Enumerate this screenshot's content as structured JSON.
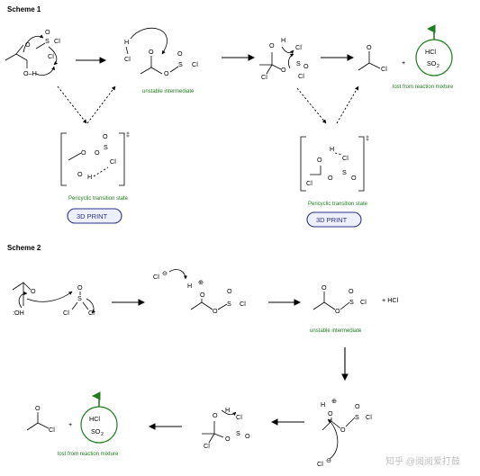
{
  "scheme1": {
    "title": "Scheme 1",
    "labels": {
      "unstable": "unstable intermediate",
      "lost": "lost from reaction mixture",
      "ts1": "Pericyclic transition state",
      "ts2": "Pericyclic transition state",
      "dagger": "‡",
      "plus": "+"
    },
    "buttons": {
      "print1": "3D PRINT",
      "print2": "3D PRINT"
    },
    "gas": {
      "hcl": "HCl",
      "so2": "SO",
      "so2_sub": "2"
    }
  },
  "scheme2": {
    "title": "Scheme 2",
    "labels": {
      "unstable": "unstable intermediate",
      "lost": "lost from reaction mixture",
      "plus": "+",
      "plus_hcl": "+ HCl"
    },
    "gas": {
      "hcl": "HCl",
      "so2": "SO",
      "so2_sub": "2"
    }
  },
  "atoms": {
    "O": "O",
    "S": "S",
    "Cl": "Cl",
    "H": "H",
    "OH": ":OH",
    "O_h": "O–H",
    "plus_charge": "⊕",
    "minus_charge": "⊖",
    "ring_h": "H"
  },
  "watermark": "知乎 @阅阅爱打鼓",
  "colors": {
    "green": "#1e7d1e",
    "button": "#2b2f8a"
  }
}
